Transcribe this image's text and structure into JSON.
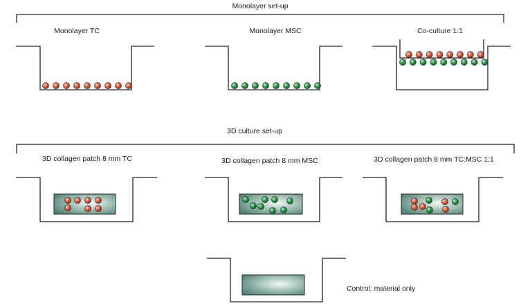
{
  "sections": {
    "monolayer_title": "Monolayer set-up",
    "culture3d_title": "3D culture set-up"
  },
  "wells": {
    "mono_tc": "Monolayer TC",
    "mono_msc": "Monolayer MSC",
    "coculture": "Co-culture 1:1",
    "patch_tc": "3D collagen patch 8 mm TC",
    "patch_msc": "3D collagen patch 8 mm MSC",
    "patch_mix": "3D collagen patch 8 mm TC:MSC 1:1",
    "control": "Control: material only"
  },
  "colors": {
    "tc_cell": "#d9593a",
    "msc_cell": "#2e9a4a",
    "patch_fill": "#7fa79c",
    "line": "#222222"
  },
  "legend": {
    "tc_cell_icon": "orange-sphere",
    "msc_cell_icon": "green-sphere"
  }
}
